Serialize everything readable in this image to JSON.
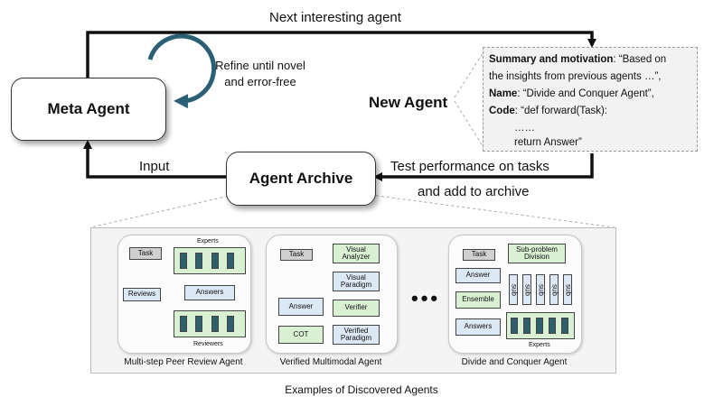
{
  "arrows": {
    "next_interesting_agent": "Next interesting agent",
    "refine": [
      "Refine until novel",
      "and error-free"
    ],
    "input": "Input",
    "test_performance": [
      "Test performance on tasks",
      "and add to archive"
    ]
  },
  "nodes": {
    "meta_agent": "Meta Agent",
    "agent_archive": "Agent Archive",
    "new_agent": "New Agent"
  },
  "code_box": {
    "summary_key": "Summary and motivation",
    "summary_value": ": “Based on",
    "summary_value2": "the insights from previous agents …”,",
    "name_key": "Name",
    "name_value": ": “Divide and Conquer Agent”,",
    "code_key": "Code",
    "code_value": ": “def forward(Task):",
    "code_dots": "……",
    "code_return": "return Answer”"
  },
  "examples": {
    "peer_review": {
      "caption": "Multi-step Peer Review Agent",
      "task": "Task",
      "experts": "Experts",
      "answers": "Answers",
      "reviews": "Reviews",
      "reviewers": "Reviewers"
    },
    "multimodal": {
      "caption": "Verified Multimodal Agent",
      "task": "Task",
      "visual_analyzer": "Visual Analyzer",
      "visual_paradigm": "Visual Paradigm",
      "verifier": "Verifier",
      "verified_paradigm": "Verified Paradigm",
      "answer": "Answer",
      "cot": "COT"
    },
    "ellipsis": "•••",
    "divide_conquer": {
      "caption": "Divide and Conquer Agent",
      "task": "Task",
      "subproblem_division": "Sub-problem Division",
      "answer": "Answer",
      "ensemble": "Ensemble",
      "answers": "Answers",
      "sub": "sub",
      "experts": "Experts"
    }
  },
  "footer": "Examples of Discovered Agents",
  "colors": {
    "arrow": "#111111",
    "refine_arrow": "#2a6075",
    "green_box": "#d9f0d3",
    "blue_box": "#dde8f5",
    "expert_fill": "#2e5f6e"
  }
}
